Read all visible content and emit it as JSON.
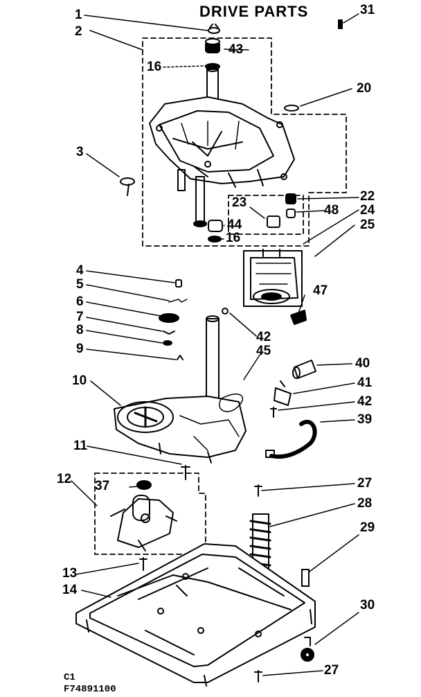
{
  "title": "DRIVE PARTS",
  "footer": {
    "line1": "C1",
    "line2": "F74891100"
  },
  "callouts": {
    "c1": "1",
    "c2": "2",
    "c3": "3",
    "c4": "4",
    "c5": "5",
    "c6": "6",
    "c7": "7",
    "c8": "8",
    "c9": "9",
    "c10": "10",
    "c11": "11",
    "c12": "12",
    "c13": "13",
    "c14": "14",
    "c16a": "16",
    "c16b": "16",
    "c20": "20",
    "c22": "22",
    "c23": "23",
    "c24": "24",
    "c25": "25",
    "c27a": "27",
    "c27b": "27",
    "c28": "28",
    "c29": "29",
    "c30": "30",
    "c31": "31",
    "c37": "37",
    "c39": "39",
    "c40": "40",
    "c41": "41",
    "c42a": "42",
    "c42b": "42",
    "c43": "43",
    "c44": "44",
    "c45": "45",
    "c47": "47",
    "c48": "48"
  },
  "colors": {
    "ink": "#000000",
    "paper": "#ffffff"
  }
}
